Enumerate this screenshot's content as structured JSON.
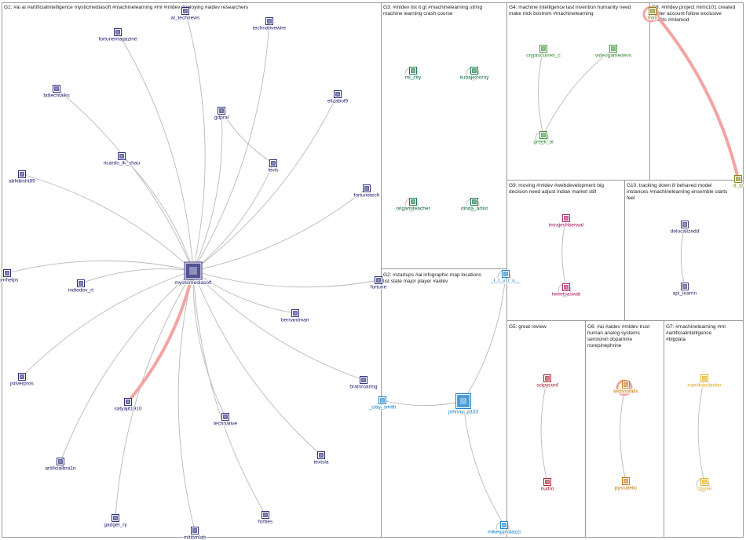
{
  "groups": [
    {
      "id": "G1",
      "title": "G1: #ai ai #artificialintelligence mysticmediasoft #machinelearning #ml #mldev deploying #aidev researchers",
      "color": "#191970"
    },
    {
      "id": "G2",
      "title": "G2: #startups #ai infographic map locations list state major player #aidev",
      "color": "#0b78c4"
    },
    {
      "id": "G3",
      "title": "G3: #mldev list it gt #machinelearning string machine learning crash course",
      "color": "#0a6b3a"
    },
    {
      "id": "G4",
      "title": "G4: machine intelligence last invention humanity need make nick bostrom #machinelearning",
      "color": "#2e8b2e"
    },
    {
      "id": "G5",
      "title": "G5: great review",
      "color": "#a30d1f"
    },
    {
      "id": "G6",
      "title": "G6: #ai #aidev #mldev trust human analog systems serotonin dopamine norepinephrine",
      "color": "#c66e00"
    },
    {
      "id": "G7",
      "title": "G7: #machinelearning #ml #artificialintelligence #bigdata",
      "color": "#e0a800"
    },
    {
      "id": "G8",
      "title": "G8: #mldev project mimc101 created twitter account follow exclusive tweets #mlamod",
      "color": "#7a7a00"
    },
    {
      "id": "G9",
      "title": "G9: moving #mldev #webdevelopment big decision need adjust indian market still",
      "color": "#a0105a"
    },
    {
      "id": "G10",
      "title": "G10: tracking down ill behaved model instances #machinelearning ensemble starts feel",
      "color": "#2b2b6b"
    }
  ],
  "nodes": [
    {
      "id": "ai_technews",
      "group": "G1",
      "label": "ai_technews"
    },
    {
      "id": "fortunemagazine",
      "group": "G1",
      "label": "fortunemagazine"
    },
    {
      "id": "technativewire",
      "group": "G1",
      "label": "technativewire"
    },
    {
      "id": "bdtechtalks",
      "group": "G1",
      "label": "bdtechtalks"
    },
    {
      "id": "elizabol9",
      "group": "G1",
      "label": "elizabol9"
    },
    {
      "id": "gdpral",
      "group": "G1",
      "label": "gdpral"
    },
    {
      "id": "ricardo_lk_shau",
      "group": "G1",
      "label": "ricardo_lk_shau"
    },
    {
      "id": "levis",
      "group": "G1",
      "label": "levis"
    },
    {
      "id": "abhibisht89",
      "group": "G1",
      "label": "abhibisht89"
    },
    {
      "id": "fortunetech",
      "group": "G1",
      "label": "fortunetech"
    },
    {
      "id": "mysticmediasoft",
      "group": "G1",
      "label": "mysticmediasoft"
    },
    {
      "id": "domhelps",
      "group": "G1",
      "label": "domhelps"
    },
    {
      "id": "indiedev_rt",
      "group": "G1",
      "label": "indiedev_rt"
    },
    {
      "id": "fortune",
      "group": "G1",
      "label": "fortune"
    },
    {
      "id": "bernardmarr",
      "group": "G1",
      "label": "bernardmarr"
    },
    {
      "id": "jsilverpros",
      "group": "G1",
      "label": "jsilverpros"
    },
    {
      "id": "satyajit1910",
      "group": "G1",
      "label": "satyajit1910"
    },
    {
      "id": "brainroaring",
      "group": "G1",
      "label": "brainroaring"
    },
    {
      "id": "technative",
      "group": "G1",
      "label": "technative"
    },
    {
      "id": "artificialbra1n",
      "group": "G1",
      "label": "artificialbra1n"
    },
    {
      "id": "textsla",
      "group": "G1",
      "label": "textsla"
    },
    {
      "id": "gadget_ry",
      "group": "G1",
      "label": "gadget_ry"
    },
    {
      "id": "forbes",
      "group": "G1",
      "label": "forbes"
    },
    {
      "id": "mitibmlab",
      "group": "G1",
      "label": "mitibmlab"
    },
    {
      "id": "ml_city",
      "group": "G3",
      "label": "ml_city"
    },
    {
      "id": "kubajeziorny",
      "group": "G3",
      "label": "kubajeziorny"
    },
    {
      "id": "origamiteacher",
      "group": "G3",
      "label": "origamiteacher"
    },
    {
      "id": "dinda_artist",
      "group": "G3",
      "label": "dinda_artist"
    },
    {
      "id": "cryptocurren_c",
      "group": "G4",
      "label": "cryptocurren_c"
    },
    {
      "id": "videogamedevs",
      "group": "G4",
      "label": "videogamedevs"
    },
    {
      "id": "greek_ai",
      "group": "G4",
      "label": "greek_ai"
    },
    {
      "id": "mlmm",
      "group": "G8",
      "label": "mlm"
    },
    {
      "id": "g8node",
      "group": "G8",
      "label": "8_D"
    },
    {
      "id": "r_v_l_s",
      "group": "G2",
      "label": "_I_r_v_l_s__"
    },
    {
      "id": "clay_smith",
      "group": "G2",
      "label": "_clay_smith"
    },
    {
      "id": "johnny_p333",
      "group": "G2",
      "label": "johnny_p333"
    },
    {
      "id": "mikequindazzi",
      "group": "G2",
      "label": "mikequindazzi"
    },
    {
      "id": "imrajeshberwal",
      "group": "G9",
      "label": "imrajeshberwal"
    },
    {
      "id": "tweetsaswat",
      "group": "G9",
      "label": "tweetsaswat"
    },
    {
      "id": "delocalizedd",
      "group": "G10",
      "label": "delocalizedd"
    },
    {
      "id": "api_learnn",
      "group": "G10",
      "label": "api_learnn"
    },
    {
      "id": "scipyconf",
      "group": "G5",
      "label": "scipyconf"
    },
    {
      "id": "nudro",
      "group": "G5",
      "label": "nudro"
    },
    {
      "id": "technofalls",
      "group": "G6",
      "label": "technofalls"
    },
    {
      "id": "pyscalelic",
      "group": "G6",
      "label": "pyscalelic"
    },
    {
      "id": "manikandantvr",
      "group": "G7",
      "label": "manikandantvr"
    },
    {
      "id": "cplsen",
      "group": "G7",
      "label": "cplsen"
    }
  ],
  "edges": [
    {
      "from": "mysticmediasoft",
      "to": "ai_technews",
      "weight": 1
    },
    {
      "from": "mysticmediasoft",
      "to": "fortunemagazine",
      "weight": 1
    },
    {
      "from": "mysticmediasoft",
      "to": "technativewire",
      "weight": 1
    },
    {
      "from": "mysticmediasoft",
      "to": "bdtechtalks",
      "weight": 1
    },
    {
      "from": "mysticmediasoft",
      "to": "elizabol9",
      "weight": 1
    },
    {
      "from": "mysticmediasoft",
      "to": "gdpral",
      "weight": 1
    },
    {
      "from": "mysticmediasoft",
      "to": "ricardo_lk_shau",
      "weight": 1
    },
    {
      "from": "mysticmediasoft",
      "to": "levis",
      "weight": 1
    },
    {
      "from": "mysticmediasoft",
      "to": "abhibisht89",
      "weight": 1
    },
    {
      "from": "mysticmediasoft",
      "to": "fortunetech",
      "weight": 1
    },
    {
      "from": "mysticmediasoft",
      "to": "domhelps",
      "weight": 1
    },
    {
      "from": "mysticmediasoft",
      "to": "indiedev_rt",
      "weight": 1
    },
    {
      "from": "mysticmediasoft",
      "to": "fortune",
      "weight": 1
    },
    {
      "from": "mysticmediasoft",
      "to": "bernardmarr",
      "weight": 1
    },
    {
      "from": "mysticmediasoft",
      "to": "jsilverpros",
      "weight": 1
    },
    {
      "from": "mysticmediasoft",
      "to": "brainroaring",
      "weight": 1
    },
    {
      "from": "mysticmediasoft",
      "to": "technative",
      "weight": 1
    },
    {
      "from": "mysticmediasoft",
      "to": "artificialbra1n",
      "weight": 1
    },
    {
      "from": "mysticmediasoft",
      "to": "textsla",
      "weight": 1
    },
    {
      "from": "mysticmediasoft",
      "to": "gadget_ry",
      "weight": 1
    },
    {
      "from": "mysticmediasoft",
      "to": "forbes",
      "weight": 1
    },
    {
      "from": "mysticmediasoft",
      "to": "mitibmlab",
      "weight": 1
    },
    {
      "from": "gdpral",
      "to": "levis",
      "weight": 1
    },
    {
      "from": "satyajit1910",
      "to": "mysticmediasoft",
      "weight": 5
    },
    {
      "from": "cryptocurren_c",
      "to": "greek_ai",
      "weight": 1
    },
    {
      "from": "videogamedevs",
      "to": "greek_ai",
      "weight": 1
    },
    {
      "from": "g8node",
      "to": "mlmm",
      "weight": 5
    },
    {
      "from": "clay_smith",
      "to": "johnny_p333",
      "weight": 1
    },
    {
      "from": "johnny_p333",
      "to": "r_v_l_s",
      "weight": 1
    },
    {
      "from": "johnny_p333",
      "to": "mikequindazzi",
      "weight": 1
    },
    {
      "from": "imrajeshberwal",
      "to": "tweetsaswat",
      "weight": 1
    },
    {
      "from": "delocalizedd",
      "to": "api_learnn",
      "weight": 1
    },
    {
      "from": "scipyconf",
      "to": "nudro",
      "weight": 1
    },
    {
      "from": "technofalls",
      "to": "pyscalelic",
      "weight": 1
    },
    {
      "from": "manikandantvr",
      "to": "cplsen",
      "weight": 1
    }
  ],
  "self_loops": [
    "mysticmediasoft",
    "ml_city",
    "kubajeziorny",
    "origamiteacher",
    "dinda_artist",
    "greek_ai",
    "r_v_l_s",
    "mikequindazzi",
    "tweetsaswat",
    "technofalls",
    "cplsen",
    "mlmm"
  ],
  "highlight_color": "#f4a3a3",
  "edge_color": "#b9b9b9"
}
